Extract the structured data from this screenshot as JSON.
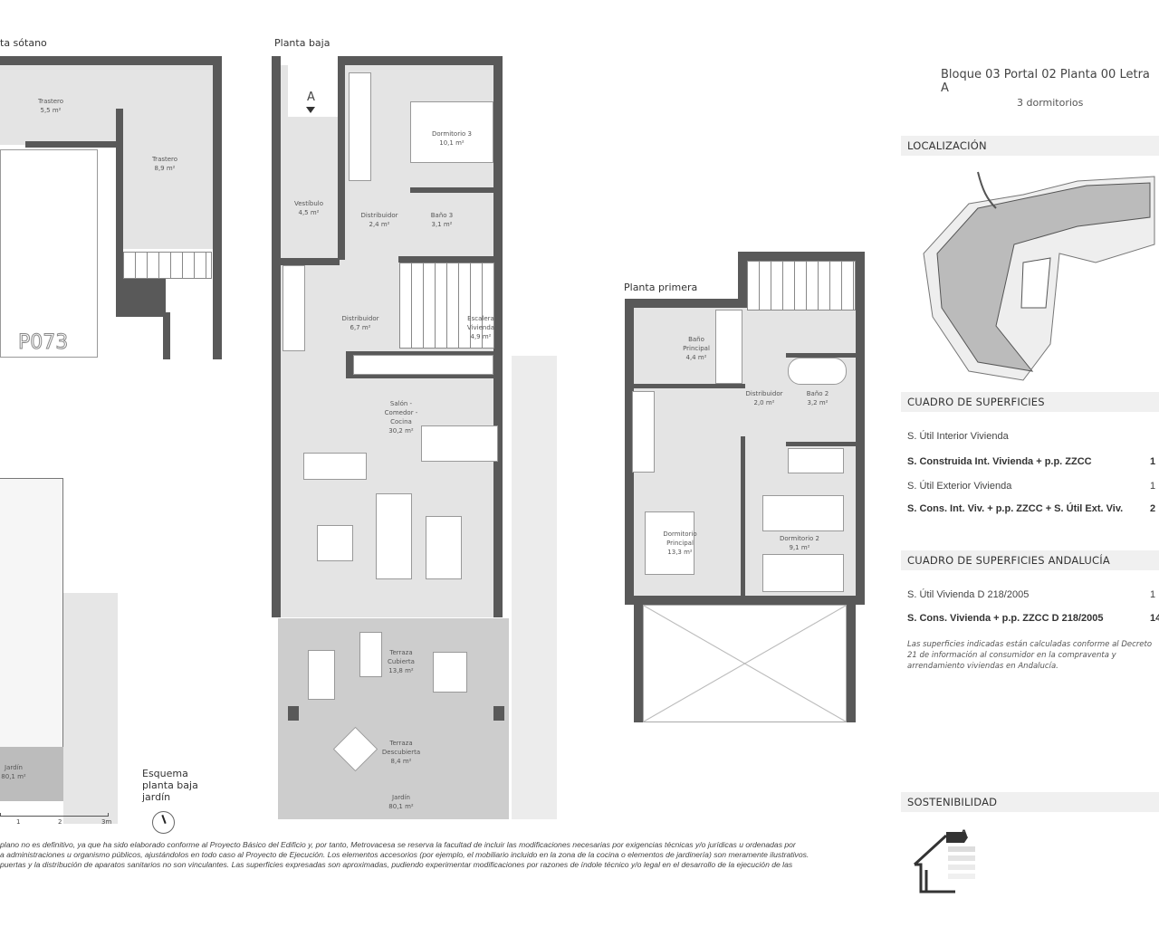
{
  "header": {
    "title": "Bloque 03 Portal 02 Planta 00 Letra A",
    "subtitle": "3 dormitorios"
  },
  "plans": {
    "sotano": {
      "title": "ta sótano",
      "rooms": [
        {
          "name": "Trastero",
          "area": "5,5 m²"
        },
        {
          "name": "Trastero",
          "area": "8,9 m²"
        }
      ],
      "parking": "P073"
    },
    "baja": {
      "title": "Planta baja",
      "entrance": "A",
      "rooms": [
        {
          "name": "Dormitorio 3",
          "area": "10,1 m²"
        },
        {
          "name": "Vestíbulo",
          "area": "4,5 m²"
        },
        {
          "name": "Distribuidor",
          "area": "2,4 m²"
        },
        {
          "name": "Baño 3",
          "area": "3,1 m²"
        },
        {
          "name": "Distribuidor",
          "area": "6,7 m²"
        },
        {
          "name": "Escalera Vivienda",
          "area": "4,9 m²"
        },
        {
          "name": "Salón - Comedor - Cocina",
          "area": "30,2 m²"
        },
        {
          "name": "Terraza Cubierta",
          "area": "13,8 m²"
        },
        {
          "name": "Terraza Descubierta",
          "area": "8,4 m²"
        },
        {
          "name": "Jardín",
          "area": "80,1 m²"
        }
      ]
    },
    "primera": {
      "title": "Planta primera",
      "rooms": [
        {
          "name": "Baño Principal",
          "area": "4,4 m²"
        },
        {
          "name": "Distribuidor",
          "area": "2,0 m²"
        },
        {
          "name": "Baño 2",
          "area": "3,2 m²"
        },
        {
          "name": "Dormitorio Principal",
          "area": "13,3 m²"
        },
        {
          "name": "Dormitorio 2",
          "area": "9,1 m²"
        }
      ]
    },
    "esquema": {
      "title": "Esquema planta baja jardín",
      "garden": {
        "name": "Jardín",
        "area": "80,1 m²"
      },
      "scale": [
        "1",
        "2",
        "3m"
      ]
    }
  },
  "sections": {
    "localizacion": "LOCALIZACIÓN",
    "superficies": {
      "title": "CUADRO DE SUPERFICIES",
      "rows": [
        {
          "label": "S. Útil Interior Vivienda",
          "value": "",
          "bold": false
        },
        {
          "label": "S. Construida Int. Vivienda + p.p. ZZCC",
          "value": "1",
          "bold": true
        },
        {
          "label": "S. Útil Exterior Vivienda",
          "value": "1",
          "bold": false
        },
        {
          "label": "S. Cons. Int. Viv. + p.p. ZZCC + S. Útil Ext. Viv.",
          "value": "2",
          "bold": true
        }
      ]
    },
    "andalucia": {
      "title": "CUADRO DE SUPERFICIES ANDALUCÍA",
      "rows": [
        {
          "label": "S. Útil Vivienda D 218/2005",
          "value": "1",
          "bold": false
        },
        {
          "label": "S. Cons. Vivienda + p.p. ZZCC D 218/2005",
          "value": "14",
          "bold": true
        }
      ],
      "note": "Las superficies indicadas están calculadas conforme al Decreto 21 de información al consumidor en la compraventa y arrendamiento viviendas en Andalucía."
    },
    "sostenibilidad": {
      "title": "SOSTENIBILIDAD",
      "rating": "A"
    }
  },
  "footer": [
    "plano no es definitivo, ya que ha sido elaborado conforme al Proyecto Básico del Edificio y, por tanto, Metrovacesa se reserva la facultad de incluir las modificaciones necesarias por exigencias técnicas y/o jurídicas u ordenadas por",
    "a administraciones u organismo públicos, ajustándolos en todo caso al Proyecto de Ejecución. Los elementos accesorios (por ejemplo, el mobiliario incluido en la zona de la cocina o elementos de jardinería) son meramente ilustrativos.",
    "puertas y la distribución de aparatos sanitarios no son vinculantes. Las superficies expresadas son aproximadas, pudiendo experimentar modificaciones por razones de índole técnico y/o legal en el desarrollo de la ejecución de las"
  ],
  "colors": {
    "wall": "#595959",
    "room": "#e4e4e4",
    "terrace": "#cdcdcd",
    "section_bg": "#f0f0f0"
  }
}
